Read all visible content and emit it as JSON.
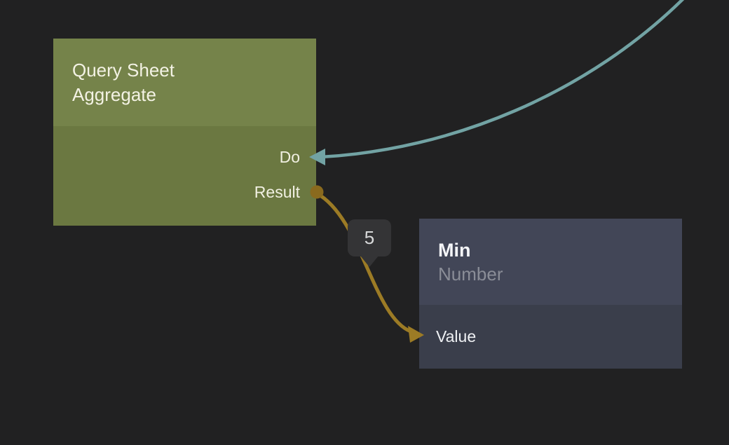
{
  "canvas": {
    "background": "#212122"
  },
  "colors": {
    "edge_exec": "#72a3a4",
    "edge_value": "#9c7b25",
    "port_dot": "#8a6a1e",
    "green_header": "#75834a",
    "green_body": "#6b7841",
    "slate_header": "#424657",
    "slate_body": "#3a3e4b",
    "badge_bg": "#343436"
  },
  "nodes": [
    {
      "title": "Query Sheet Aggregate",
      "ports": [
        {
          "name": "Do"
        },
        {
          "name": "Result"
        }
      ]
    },
    {
      "title": "Min",
      "subtitle": "Number",
      "ports": [
        {
          "name": "Value"
        }
      ]
    }
  ],
  "edge_label": {
    "value": "5"
  }
}
